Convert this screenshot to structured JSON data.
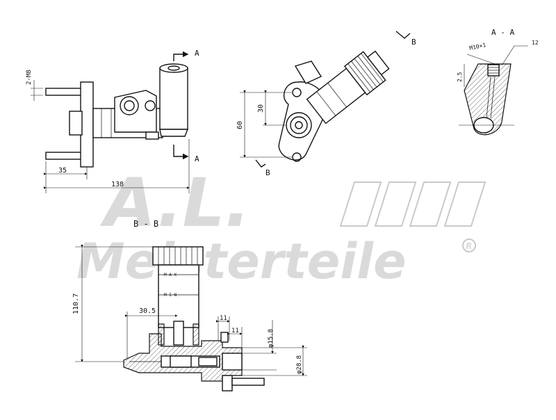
{
  "views": {
    "side": {
      "thread_label": "2-M8",
      "dim_flange": "35",
      "dim_length": "138",
      "section_mark_top": "A",
      "section_mark_bottom": "A"
    },
    "front": {
      "dim_height": "60",
      "dim_center": "30",
      "section_mark_top": "B",
      "section_mark_bottom": "B"
    },
    "section_aa": {
      "title": "A - A",
      "thread_label": "M10×1",
      "dim_depth": "12",
      "dim_offset": "2.5"
    },
    "section_bb": {
      "title": "B - B",
      "dim_height": "110.7",
      "dim_offset": "30.5",
      "dim_a": "11",
      "dim_b": "11",
      "dim_bore": "φ15.8",
      "dim_outer": "φ28.8",
      "max_label": "M A X",
      "min_label": "M I N"
    }
  },
  "watermark": {
    "logo": "A.L.",
    "brand": "Meisterteile",
    "registered": "R"
  }
}
